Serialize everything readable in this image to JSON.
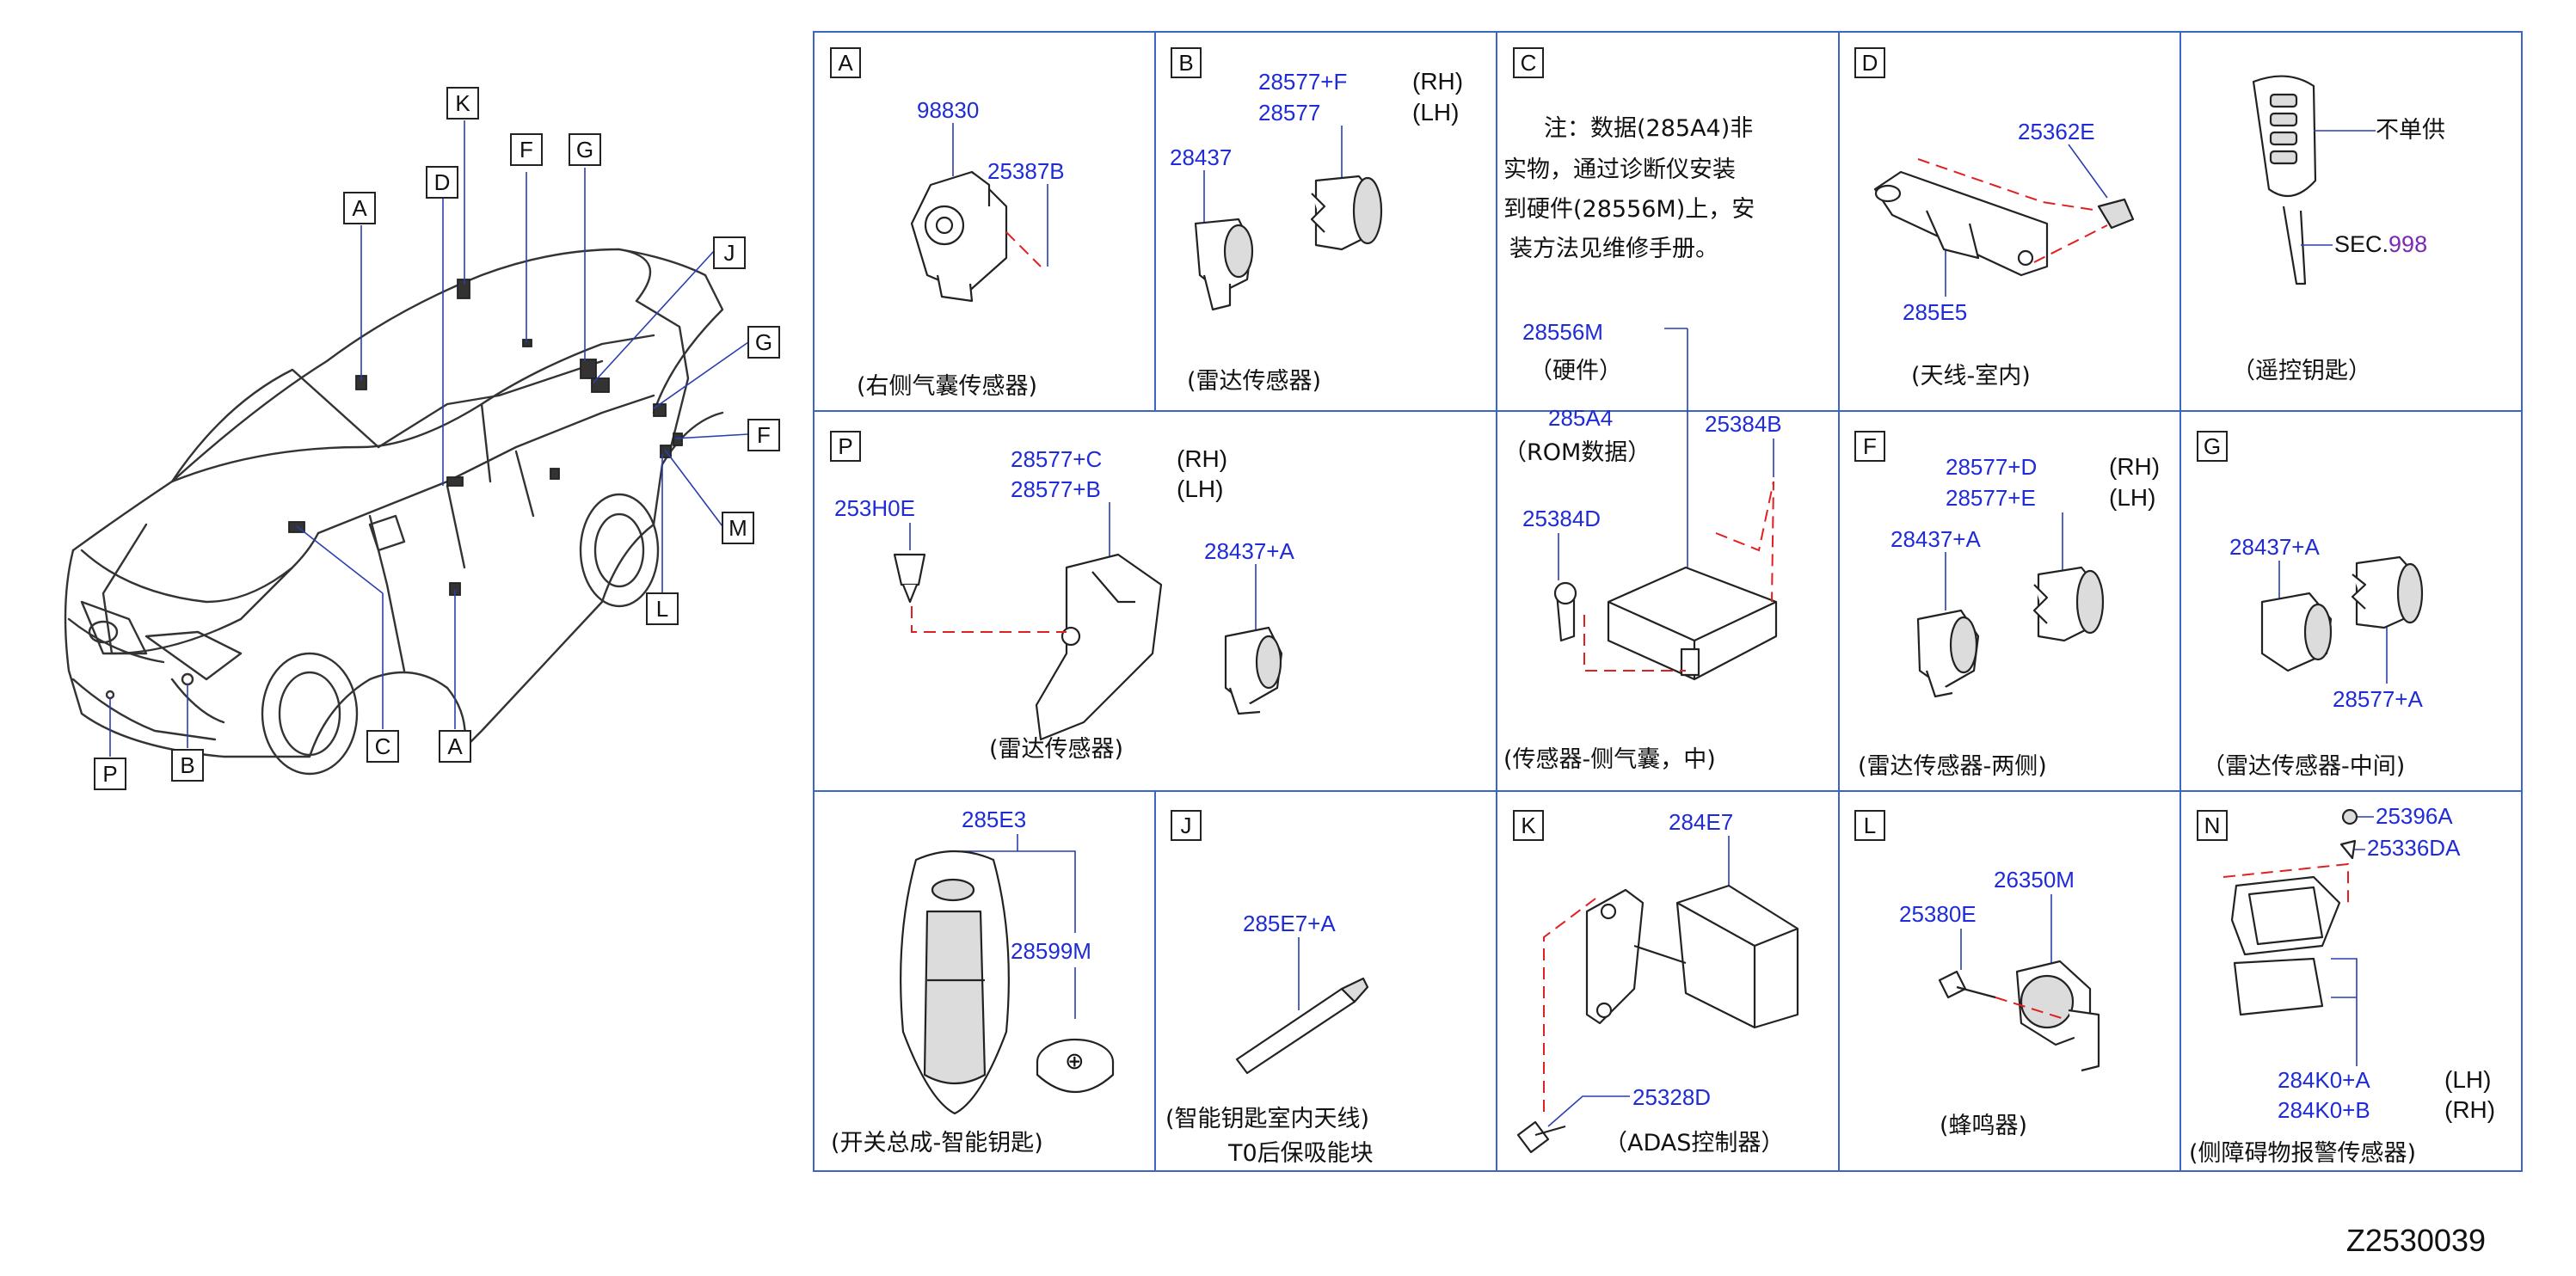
{
  "drawing_code": "Z2530039",
  "car_callouts": [
    "A",
    "K",
    "D",
    "F",
    "G",
    "J",
    "G",
    "F",
    "M",
    "L",
    "C",
    "A",
    "P",
    "B"
  ],
  "panels": {
    "A": {
      "letter": "A",
      "parts": [
        "98830",
        "25387B"
      ],
      "caption": "(右侧气囊传感器)"
    },
    "B": {
      "letter": "B",
      "parts": [
        "28577+F",
        "28577",
        "28437"
      ],
      "sides": [
        "(RH)",
        "(LH)"
      ],
      "caption": "(雷达传感器)"
    },
    "C": {
      "letter": "C",
      "note": [
        "注：数据(285A4)非",
        "实物，通过诊断仪安装",
        "到硬件(28556M)上，安",
        "装方法见维修手册。"
      ],
      "parts": [
        "28556M",
        "285A4",
        "25384B",
        "25384D"
      ],
      "labels": [
        "（硬件）",
        "（ROM数据）"
      ],
      "caption": "(传感器-侧气囊，中)"
    },
    "D": {
      "letter": "D",
      "parts": [
        "25362E",
        "285E5"
      ],
      "caption": "(天线-室内)"
    },
    "E": {
      "notes": [
        "不单供",
        "SEC."
      ],
      "sec_num": "998",
      "caption": "（遥控钥匙）"
    },
    "P": {
      "letter": "P",
      "parts": [
        "28577+C",
        "28577+B",
        "253H0E",
        "28437+A"
      ],
      "sides": [
        "(RH)",
        "(LH)"
      ],
      "caption": "(雷达传感器)"
    },
    "F": {
      "letter": "F",
      "parts": [
        "28577+D",
        "28577+E",
        "28437+A"
      ],
      "sides": [
        "(RH)",
        "(LH)"
      ],
      "caption": "(雷达传感器-两侧)"
    },
    "G": {
      "letter": "G",
      "parts": [
        "28437+A",
        "28577+A"
      ],
      "caption": "（雷达传感器-中间)"
    },
    "H": {
      "parts": [
        "285E3",
        "28599M"
      ],
      "caption": "(开关总成-智能钥匙)"
    },
    "J": {
      "letter": "J",
      "parts": [
        "285E7+A"
      ],
      "caption": [
        "(智能钥匙室内天线)",
        "T0后保吸能块"
      ]
    },
    "K": {
      "letter": "K",
      "parts": [
        "284E7",
        "25328D"
      ],
      "caption": "（ADAS控制器）"
    },
    "L": {
      "letter": "L",
      "parts": [
        "26350M",
        "25380E"
      ],
      "caption": "(蜂鸣器)"
    },
    "N": {
      "letter": "N",
      "parts": [
        "25396A",
        "25336DA",
        "284K0+A",
        "284K0+B"
      ],
      "sides": [
        "(LH)",
        "(RH)"
      ],
      "caption": "(侧障碍物报警传感器)"
    }
  }
}
